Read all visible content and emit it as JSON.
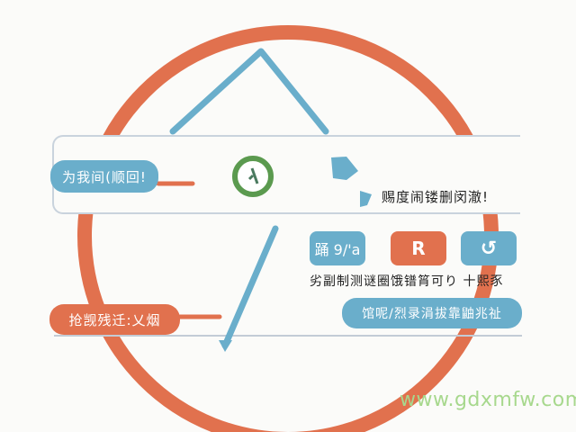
{
  "diagram": {
    "colors": {
      "ring": "#e1714e",
      "accent_blue": "#6aaecb",
      "accent_orange": "#e1714e",
      "clock_green": "#5b9a4f",
      "line_gray": "#c3ccd6",
      "watermark": "#a7d88d"
    },
    "top_panel": {
      "left_label": "为我间(顺回!",
      "right_label": "赐度闹镂删闵澈!",
      "center_icon": "clock-icon",
      "arrow_icon": "arrow-right-icon"
    },
    "bottom_left_label": "抢觊残迁:乂烟",
    "tiles": [
      {
        "label": "踊 9/'a",
        "color": "#6aaecb",
        "icon": "text-tile"
      },
      {
        "label": "R",
        "color": "#e1714e",
        "icon": "person-icon"
      },
      {
        "label": "↺",
        "color": "#6aaecb",
        "icon": "refresh-icon"
      }
    ],
    "tiles_caption": "劣副制测谜圈饿镨筲可り  十熙豕",
    "bottom_right_button": "馆呢/烈录涓拔靠鼬兆祉",
    "watermark": "www.gdxmfw.com"
  }
}
